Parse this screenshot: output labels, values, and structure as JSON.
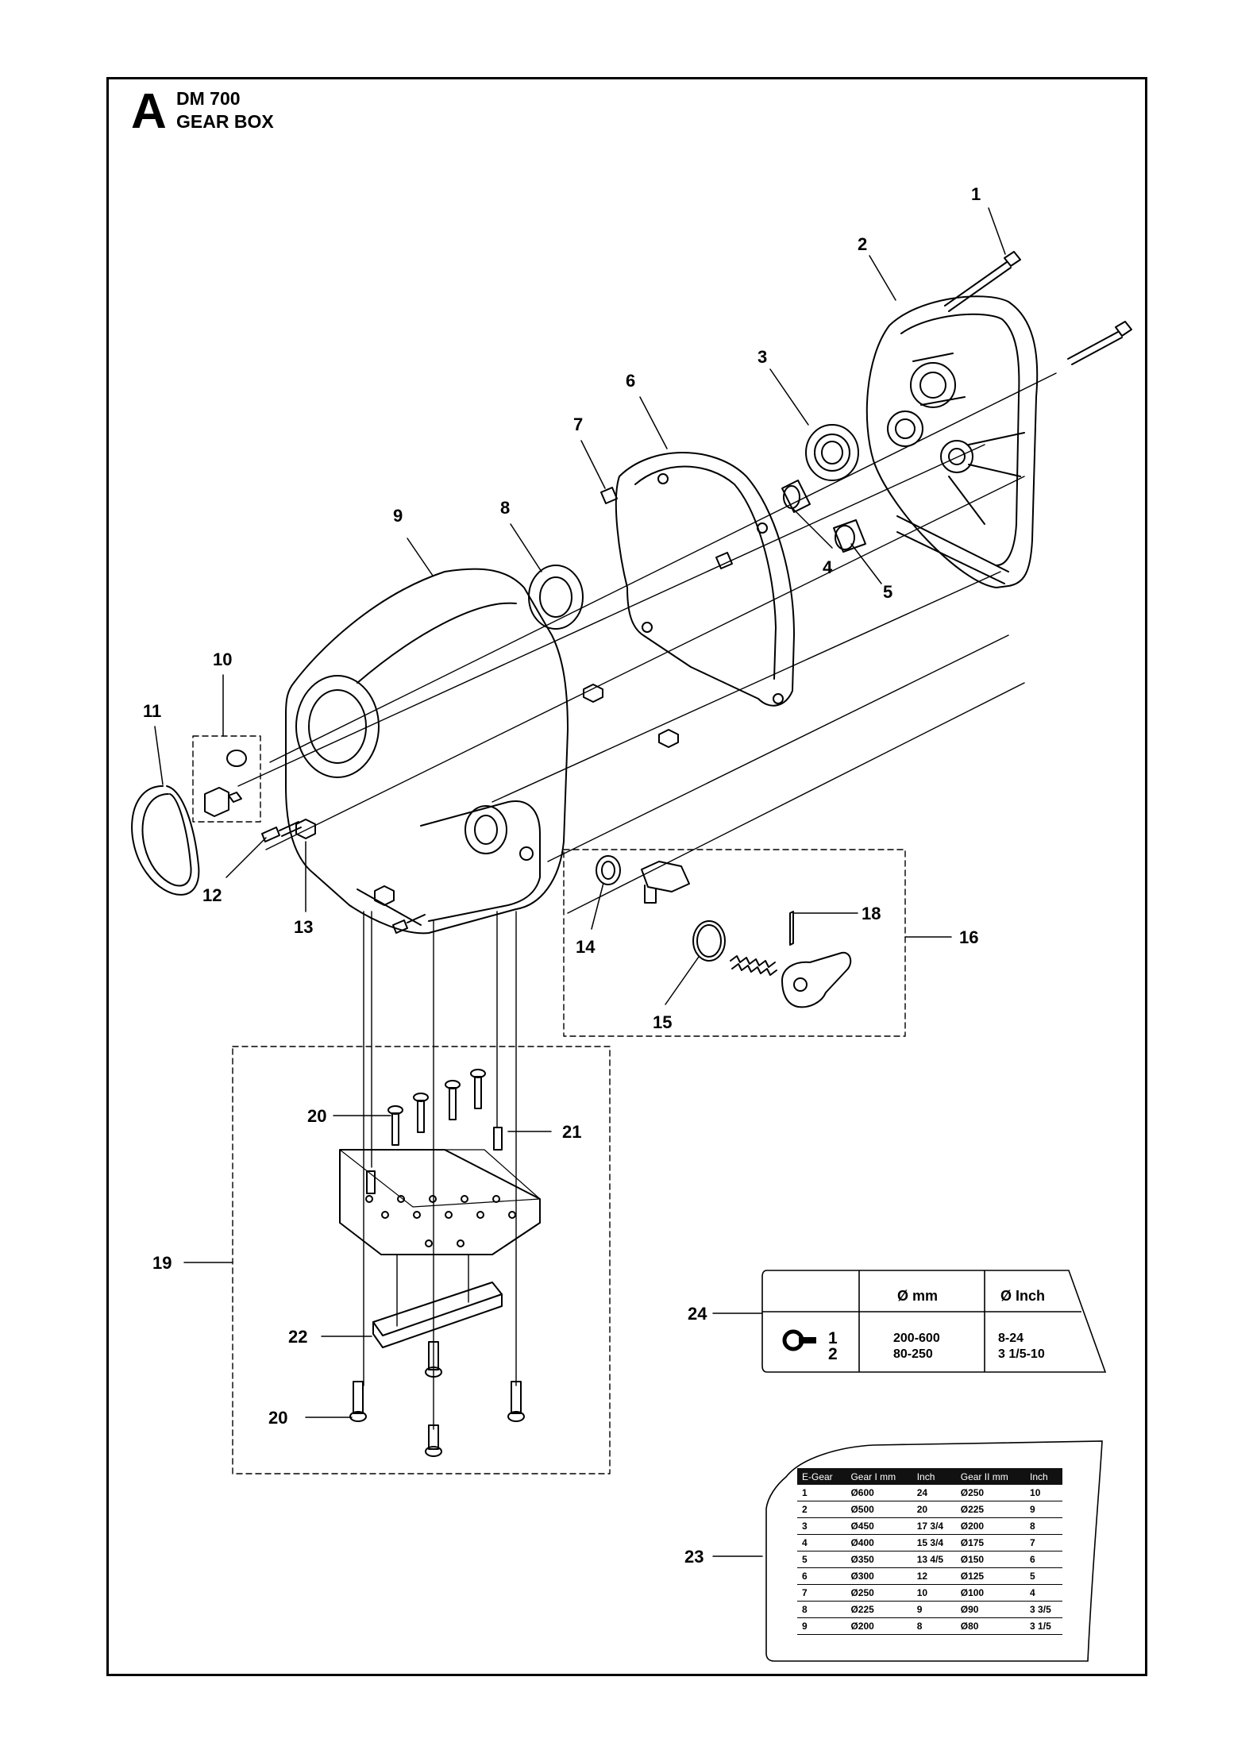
{
  "header": {
    "letter": "A",
    "model": "DM 700",
    "subtitle": "GEAR BOX"
  },
  "callouts": [
    "1",
    "2",
    "3",
    "4",
    "5",
    "6",
    "7",
    "8",
    "9",
    "10",
    "11",
    "12",
    "13",
    "14",
    "15",
    "16",
    "18",
    "19",
    "20",
    "20",
    "21",
    "22",
    "23",
    "24"
  ],
  "table24": {
    "headers": [
      "Ø mm",
      "Ø Inch"
    ],
    "rows": [
      {
        "index": "1",
        "mm": "200-600",
        "inch": "8-24"
      },
      {
        "index": "2",
        "mm": "80-250",
        "inch": "3 1/5-10"
      }
    ]
  },
  "table23": {
    "headers": [
      "E-Gear",
      "Gear I mm",
      "Inch",
      "Gear II mm",
      "Inch"
    ],
    "rows": [
      [
        "1",
        "Ø600",
        "24",
        "Ø250",
        "10"
      ],
      [
        "2",
        "Ø500",
        "20",
        "Ø225",
        "9"
      ],
      [
        "3",
        "Ø450",
        "17 3/4",
        "Ø200",
        "8"
      ],
      [
        "4",
        "Ø400",
        "15 3/4",
        "Ø175",
        "7"
      ],
      [
        "5",
        "Ø350",
        "13 4/5",
        "Ø150",
        "6"
      ],
      [
        "6",
        "Ø300",
        "12",
        "Ø125",
        "5"
      ],
      [
        "7",
        "Ø250",
        "10",
        "Ø100",
        "4"
      ],
      [
        "8",
        "Ø225",
        "9",
        "Ø90",
        "3 3/5"
      ],
      [
        "9",
        "Ø200",
        "8",
        "Ø80",
        "3 1/5"
      ]
    ]
  }
}
